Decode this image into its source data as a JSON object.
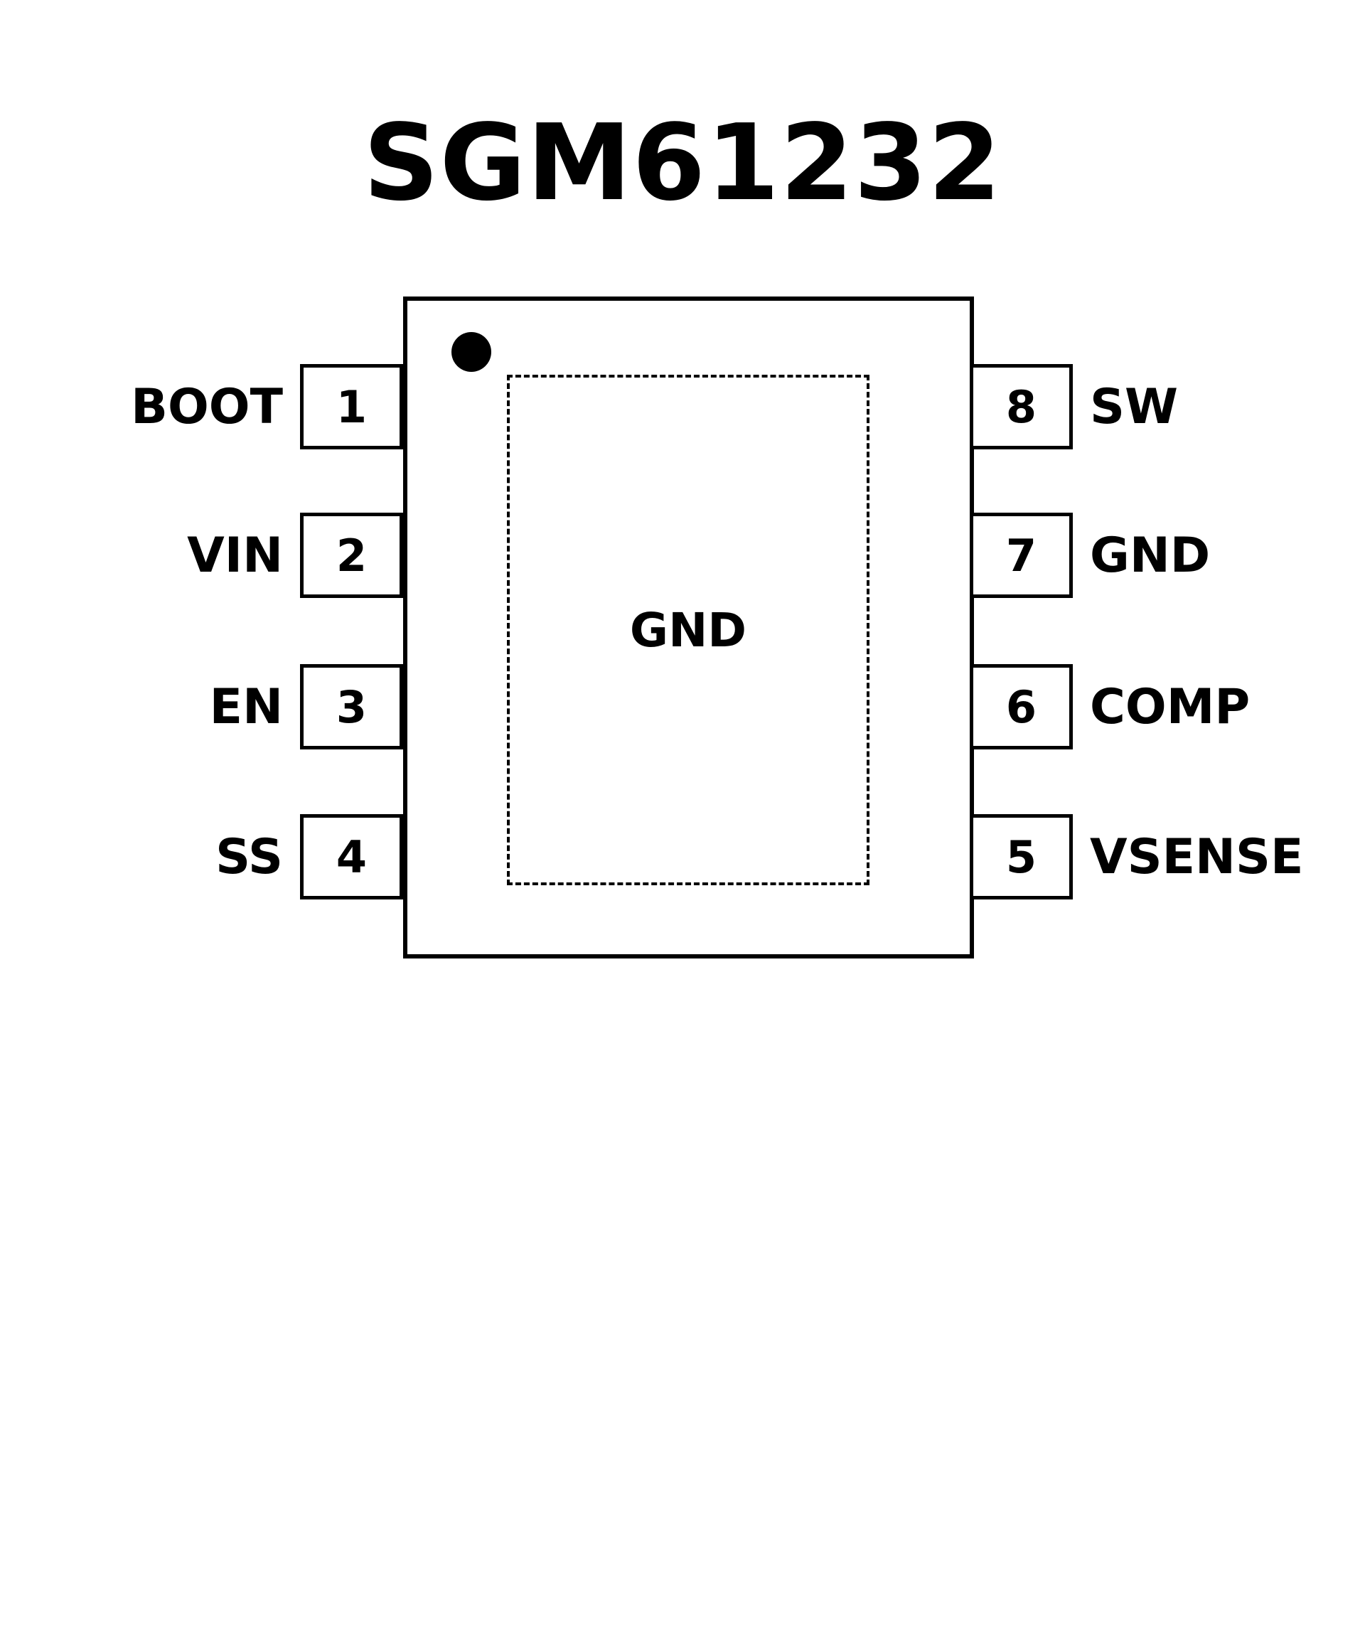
{
  "title": "SGM61232",
  "chip": {
    "pad_label": "GND",
    "left_pins": [
      {
        "number": "1",
        "label": "BOOT"
      },
      {
        "number": "2",
        "label": "VIN"
      },
      {
        "number": "3",
        "label": "EN"
      },
      {
        "number": "4",
        "label": "SS"
      }
    ],
    "right_pins": [
      {
        "number": "8",
        "label": "SW"
      },
      {
        "number": "7",
        "label": "GND"
      },
      {
        "number": "6",
        "label": "COMP"
      },
      {
        "number": "5",
        "label": "VSENSE"
      }
    ]
  },
  "colors": {
    "ink": "#000000",
    "background": "#ffffff"
  }
}
